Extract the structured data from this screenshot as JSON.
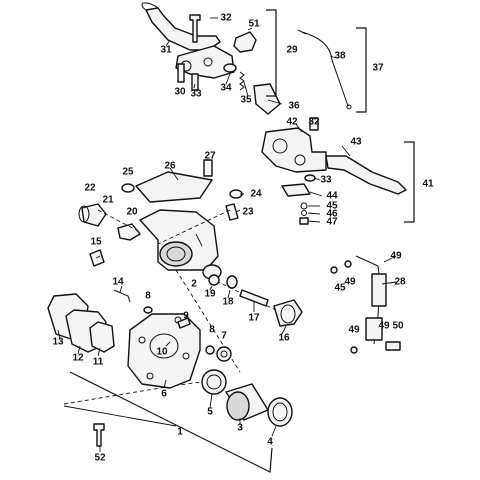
{
  "labels": {
    "p1": "1",
    "p2": "2",
    "p3": "3",
    "p4": "4",
    "p5": "5",
    "p6": "6",
    "p7": "7",
    "p8a": "8",
    "p8b": "8",
    "p9": "9",
    "p10": "10",
    "p11": "11",
    "p12": "12",
    "p13": "13",
    "p14": "14",
    "p15": "15",
    "p16": "16",
    "p17": "17",
    "p18": "18",
    "p19": "19",
    "p20": "20",
    "p21": "21",
    "p22": "22",
    "p23": "23",
    "p24": "24",
    "p25": "25",
    "p26": "26",
    "p27": "27",
    "p28": "28",
    "p29": "29",
    "p30": "30",
    "p31": "31",
    "p32a": "32",
    "p32b": "32",
    "p33a": "33",
    "p33b": "33",
    "p34": "34",
    "p35": "35",
    "p36": "36",
    "p37": "37",
    "p38": "38",
    "p41": "41",
    "p42": "42",
    "p43": "43",
    "p44": "44",
    "p45a": "45",
    "p45b": "45",
    "p46": "46",
    "p47": "47",
    "p49a": "49",
    "p49b": "49",
    "p49c": "49",
    "p49d": "49",
    "p50": "50",
    "p51": "51",
    "p52": "52"
  }
}
